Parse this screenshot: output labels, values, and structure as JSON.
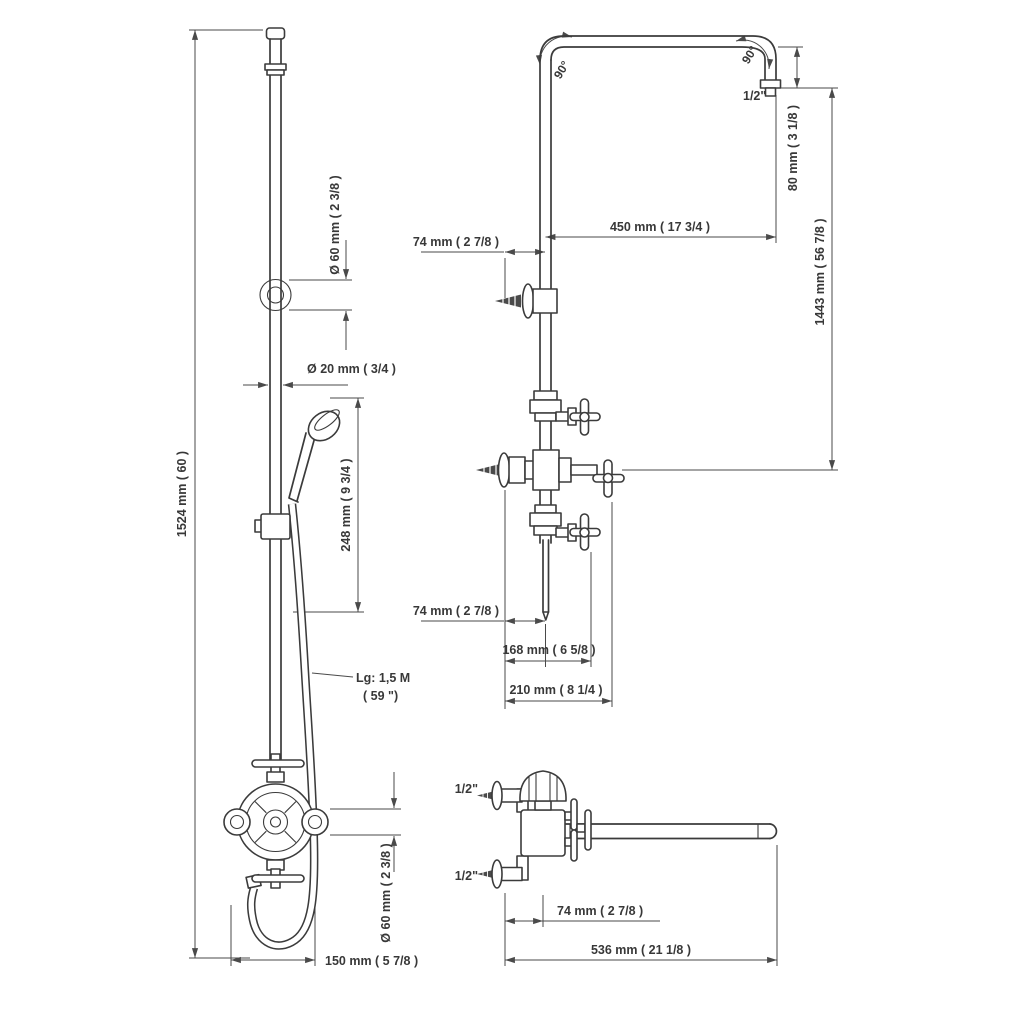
{
  "drawing": {
    "subject": "exposed shower column technical dimension drawing",
    "line_color": "#3b3b3b",
    "background": "#ffffff"
  },
  "views": {
    "side": {
      "total_height": "1524 mm  ( 60 )",
      "bracket_diameter": "Ø 60 mm  ( 2 3/8 )",
      "pipe_diameter": "Ø 20 mm  ( 3/4 )",
      "handset_length": "248 mm  ( 9 3/4 )",
      "hose_length_line1": "Lg: 1,5 M",
      "hose_length_line2": "( 59 \")",
      "valve_diameter": "Ø 60 mm  ( 2 3/8 )",
      "base_offset": "150 mm  ( 5 7/8 )"
    },
    "front": {
      "angle_left": "90°",
      "angle_right": "90°",
      "outlet_thread": "1/2\"",
      "arm_drop": "80 mm  ( 3 1/8 )",
      "arm_reach": "450 mm  ( 17 3/4 )",
      "wall_to_axis_top": "74 mm  ( 2 7/8 )",
      "riser_height": "1443 mm  ( 56 7/8 )",
      "wall_to_axis_bottom": "74 mm  ( 2 7/8 )",
      "body_width_handles": "168 mm  ( 6 5/8 )",
      "body_width_total": "210 mm  ( 8 1/4 )"
    },
    "profile": {
      "inlet_top_thread": "1/2\"",
      "inlet_bottom_thread": "1/2\"",
      "wall_to_axis": "74 mm  ( 2 7/8 )",
      "spout_reach": "536 mm  ( 21 1/8 )"
    }
  }
}
